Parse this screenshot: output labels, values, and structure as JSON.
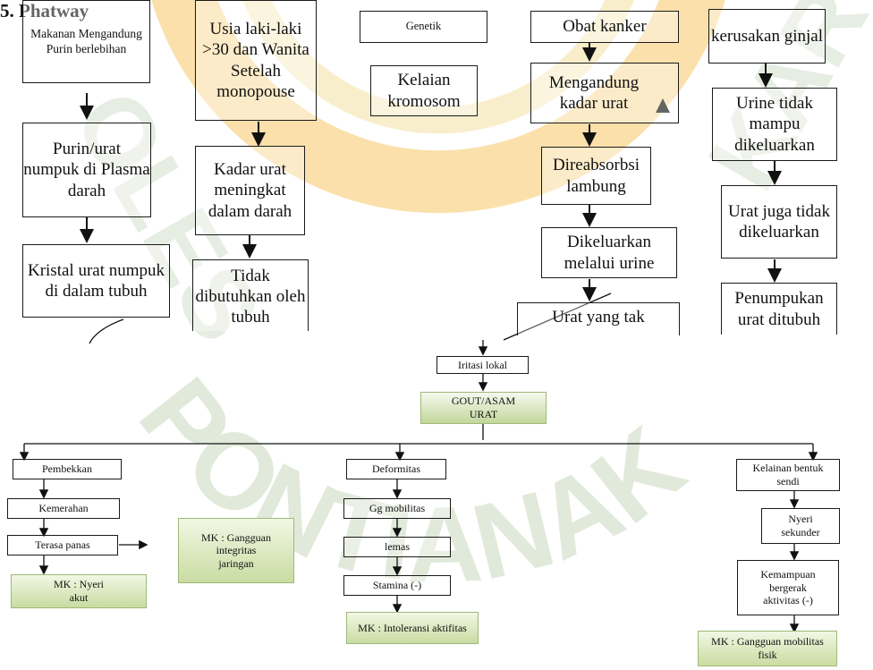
{
  "title": "5. Phatway",
  "watermark": {
    "text_left": "OLES",
    "text_bottom": "PONTIANAK",
    "text_right": "KAR",
    "colors": {
      "green": "#c9d8bf",
      "orange": "#f7c766",
      "yellow": "#f3de9a"
    }
  },
  "columns": {
    "col1": [
      "Makanan Mengandung Purin berlebihan",
      "Purin/urat numpuk di Plasma darah",
      "Kristal urat numpuk di dalam tubuh"
    ],
    "col2": [
      "Usia laki-laki >30 dan Wanita Setelah monopouse",
      "Kadar urat meningkat dalam darah",
      "Tidak dibutuhkan oleh tubuh"
    ],
    "col3": [
      "Genetik",
      "Kelaian kromosom"
    ],
    "col4": [
      "Obat kanker",
      "Mengandung kadar urat",
      "Direabsorbsi lambung",
      "Dikeluarkan melalui urine",
      "Urat yang tak"
    ],
    "col5": [
      "kerusakan ginjal",
      "Urine tidak mampu dikeluarkan",
      "Urat juga tidak dikeluarkan",
      "Penumpukan urat ditubuh"
    ]
  },
  "center": {
    "iritasi": "Iritasi lokal",
    "gout": "GOUT/ASAM URAT"
  },
  "left_branch": {
    "steps": [
      "Pembekkan",
      "Kemerahan",
      "Terasa panas"
    ],
    "mk_nyeri": "MK : Nyeri akut",
    "mk_integritas": "MK : Gangguan integritas jaringan"
  },
  "middle_branch": {
    "steps": [
      "Deformitas",
      "Gg mobilitas",
      "lemas",
      "Stamina (-)"
    ],
    "mk": "MK : Intoleransi aktifitas"
  },
  "right_branch": {
    "steps": [
      "Kelainan bentuk sendi",
      "Nyeri sekunder",
      "Kemampuan bergerak aktivitas (-)"
    ],
    "mk": "MK : Gangguan mobilitas fisik"
  }
}
